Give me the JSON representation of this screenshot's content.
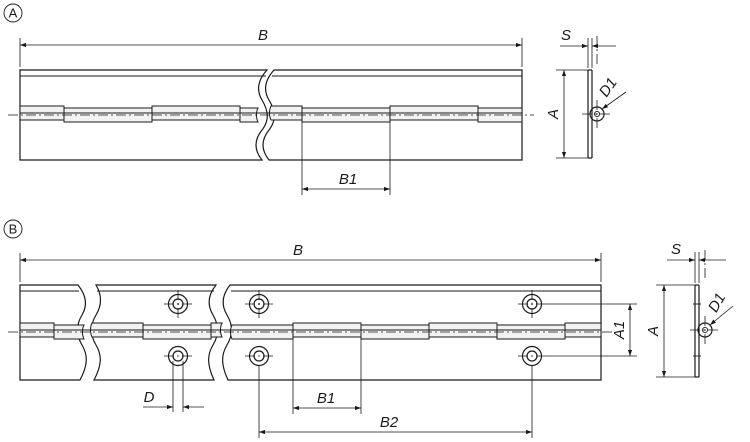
{
  "variant_a": {
    "tag": "A",
    "labels": {
      "b": "B",
      "b1": "B1",
      "s": "S",
      "a": "A",
      "d1": "D1"
    }
  },
  "variant_b": {
    "tag": "B",
    "labels": {
      "b": "B",
      "b1": "B1",
      "b2": "B2",
      "d": "D",
      "s": "S",
      "a": "A",
      "a1": "A1",
      "d1": "D1"
    }
  }
}
